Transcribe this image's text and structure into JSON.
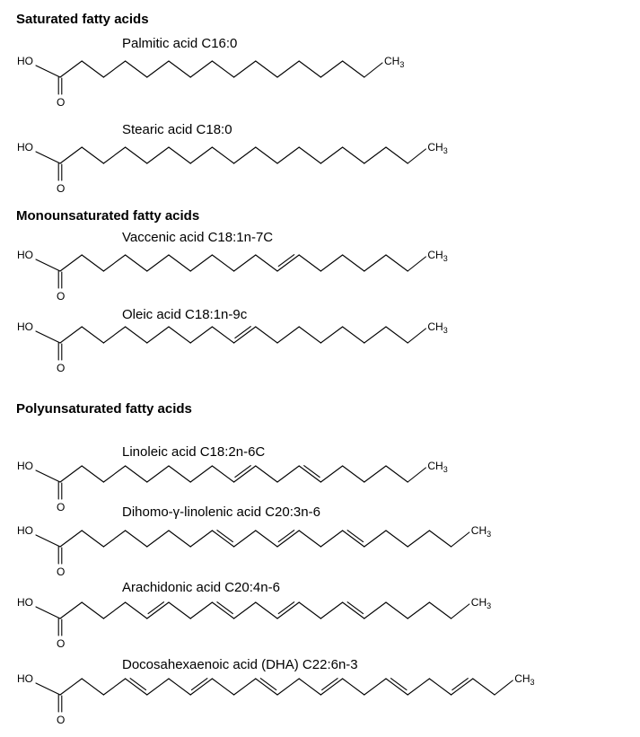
{
  "sections": [
    {
      "title": "Saturated fatty acids"
    },
    {
      "title": "Monounsaturated fatty acids"
    },
    {
      "title": "Polyunsaturated fatty acids"
    }
  ],
  "labels": {
    "ho": "HO",
    "o": "O",
    "ch3": "CH",
    "ch3_sub": "3"
  },
  "molecules": [
    {
      "name": "Palmitic acid C16:0",
      "carbons": 16,
      "double_bonds": []
    },
    {
      "name": "Stearic acid C18:0",
      "carbons": 18,
      "double_bonds": []
    },
    {
      "name": "Vaccenic acid C18:1n-7C",
      "carbons": 18,
      "double_bonds": [
        11
      ]
    },
    {
      "name": "Oleic acid C18:1n-9c",
      "carbons": 18,
      "double_bonds": [
        9
      ]
    },
    {
      "name": "Linoleic acid C18:2n-6C",
      "carbons": 18,
      "double_bonds": [
        9,
        12
      ]
    },
    {
      "name": "Dihomo-γ-linolenic acid C20:3n-6",
      "carbons": 20,
      "double_bonds": [
        8,
        11,
        14
      ]
    },
    {
      "name": "Arachidonic acid C20:4n-6",
      "carbons": 20,
      "double_bonds": [
        5,
        8,
        11,
        14
      ]
    },
    {
      "name": "Docosahexaenoic acid (DHA) C22:6n-3",
      "carbons": 22,
      "double_bonds": [
        4,
        7,
        10,
        13,
        16,
        19
      ]
    }
  ]
}
